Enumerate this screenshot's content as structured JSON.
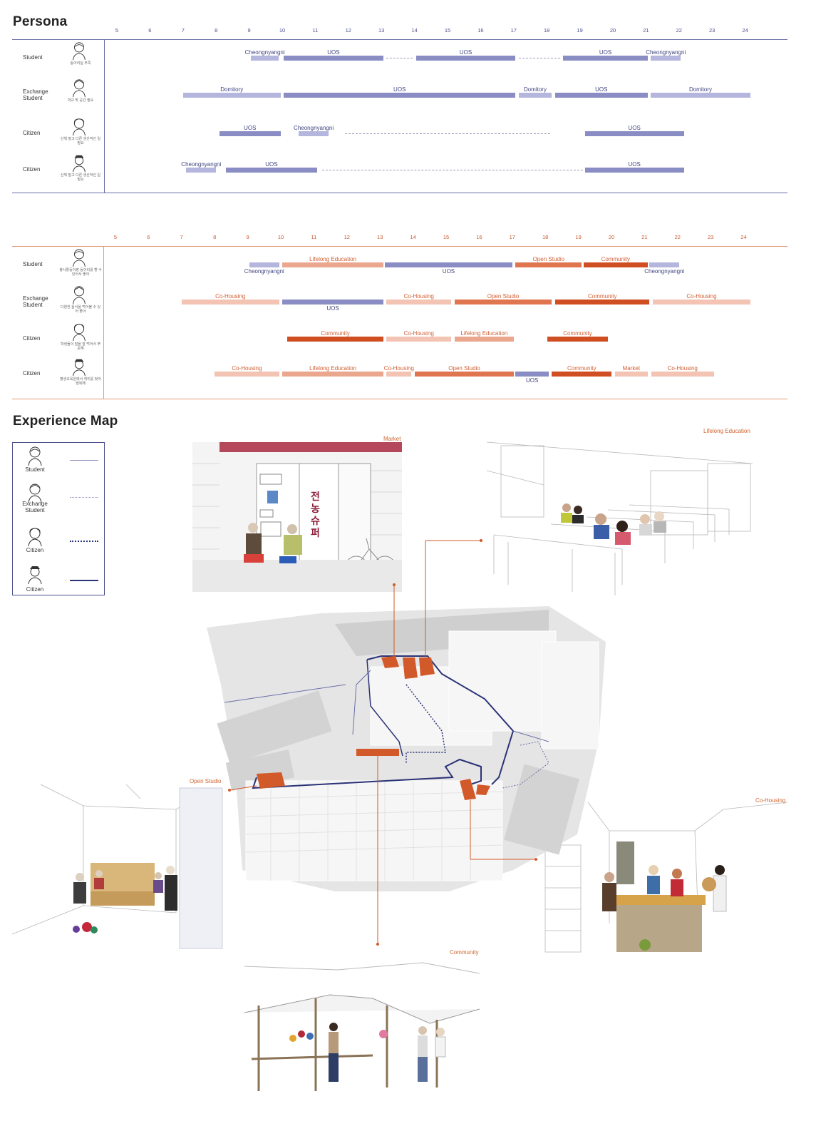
{
  "persona_title": "Persona",
  "experience_title": "Experience Map",
  "hours": [
    "5",
    "6",
    "7",
    "8",
    "9",
    "10",
    "11",
    "12",
    "13",
    "14",
    "15",
    "16",
    "17",
    "18",
    "19",
    "20",
    "21",
    "22",
    "23",
    "24"
  ],
  "section1": {
    "rows": [
      {
        "label": "Student",
        "note": "동아리실 부족",
        "segments": [
          {
            "start": 9.05,
            "end": 9.9,
            "style": "light",
            "label": "Cheongnyangni",
            "lpos": "above"
          },
          {
            "start": 10.05,
            "end": 13.05,
            "style": "blue",
            "label": "UOS",
            "lpos": "above"
          },
          {
            "start": 13.15,
            "end": 13.95,
            "style": "dash"
          },
          {
            "start": 14.05,
            "end": 17.05,
            "style": "blue",
            "label": "UOS",
            "lpos": "above"
          },
          {
            "start": 17.15,
            "end": 18.4,
            "style": "dash"
          },
          {
            "start": 18.5,
            "end": 21.05,
            "style": "blue",
            "label": "UOS",
            "lpos": "above"
          },
          {
            "start": 21.15,
            "end": 22.05,
            "style": "light",
            "label": "Cheongnyangni",
            "lpos": "above"
          }
        ]
      },
      {
        "label": "Exchange Student",
        "note": "학교 밖 공간 필요",
        "segments": [
          {
            "start": 7.0,
            "end": 9.95,
            "style": "light",
            "label": "Domitory",
            "lpos": "above"
          },
          {
            "start": 10.05,
            "end": 17.05,
            "style": "blue",
            "label": "UOS",
            "lpos": "above"
          },
          {
            "start": 17.15,
            "end": 18.15,
            "style": "light",
            "label": "Domitory",
            "lpos": "above"
          },
          {
            "start": 18.25,
            "end": 21.05,
            "style": "blue",
            "label": "UOS",
            "lpos": "above"
          },
          {
            "start": 21.15,
            "end": 24.15,
            "style": "light",
            "label": "Domitory",
            "lpos": "above"
          }
        ]
      },
      {
        "label": "Citizen",
        "note": "산책 말고 다른 생산적인 일 필요",
        "segments": [
          {
            "start": 8.1,
            "end": 9.95,
            "style": "blue",
            "label": "UOS",
            "lpos": "above"
          },
          {
            "start": 10.5,
            "end": 11.4,
            "style": "light",
            "label": "Cheongnyangni",
            "lpos": "above"
          },
          {
            "start": 11.9,
            "end": 18.1,
            "style": "dash"
          },
          {
            "start": 19.15,
            "end": 22.15,
            "style": "blue",
            "label": "UOS",
            "lpos": "above"
          }
        ]
      },
      {
        "label": "Citizen",
        "note": "산책 말고 다른 생산적인 일 필요",
        "segments": [
          {
            "start": 7.1,
            "end": 8.0,
            "style": "light",
            "label": "Cheongnyangni",
            "lpos": "above"
          },
          {
            "start": 8.3,
            "end": 11.05,
            "style": "blue",
            "label": "UOS",
            "lpos": "above"
          },
          {
            "start": 11.2,
            "end": 19.1,
            "style": "dash"
          },
          {
            "start": 19.15,
            "end": 22.15,
            "style": "blue",
            "label": "UOS",
            "lpos": "above"
          }
        ]
      }
    ]
  },
  "section2": {
    "rows": [
      {
        "label": "Student",
        "note": "봉사활동이랑 동아리를 할 수 있어서 좋아",
        "segments": [
          {
            "start": 9.05,
            "end": 9.95,
            "style": "light",
            "label": "Cheongnyangni",
            "lpos": "below"
          },
          {
            "start": 10.05,
            "end": 13.1,
            "style": "salmon",
            "label": "Lifelong Education",
            "lpos": "above"
          },
          {
            "start": 13.15,
            "end": 17.0,
            "style": "blue",
            "label": "UOS",
            "lpos": "below"
          },
          {
            "start": 17.1,
            "end": 19.1,
            "style": "orange",
            "label": "Open Studio",
            "lpos": "above"
          },
          {
            "start": 19.15,
            "end": 21.1,
            "style": "deep",
            "label": "Community",
            "lpos": "above"
          },
          {
            "start": 21.15,
            "end": 22.05,
            "style": "light",
            "label": "Cheongnyangni",
            "lpos": "below"
          }
        ]
      },
      {
        "label": "Exchange Student",
        "note": "다양한 음식을 먹어볼 수 있어 좋아",
        "segments": [
          {
            "start": 7.0,
            "end": 9.95,
            "style": "pale",
            "label": "Co-Housing",
            "lpos": "above"
          },
          {
            "start": 10.05,
            "end": 13.1,
            "style": "blue",
            "label": "UOS",
            "lpos": "below"
          },
          {
            "start": 13.2,
            "end": 15.15,
            "style": "pale",
            "label": "Co-Housing",
            "lpos": "above"
          },
          {
            "start": 15.25,
            "end": 18.2,
            "style": "orange",
            "label": "Open Studio",
            "lpos": "above"
          },
          {
            "start": 18.3,
            "end": 21.15,
            "style": "deep",
            "label": "Community",
            "lpos": "above"
          },
          {
            "start": 21.25,
            "end": 24.2,
            "style": "pale",
            "label": "Co-Housing",
            "lpos": "above"
          }
        ]
      },
      {
        "label": "Citizen",
        "note": "학생들이 밥을 잘 먹어서 뿌듯해",
        "segments": [
          {
            "start": 10.2,
            "end": 13.1,
            "style": "deep",
            "label": "Community",
            "lpos": "above"
          },
          {
            "start": 13.2,
            "end": 15.15,
            "style": "pale",
            "label": "Co-Housing",
            "lpos": "above"
          },
          {
            "start": 15.25,
            "end": 17.05,
            "style": "salmon",
            "label": "Lifelong Education",
            "lpos": "above"
          },
          {
            "start": 18.05,
            "end": 19.9,
            "style": "deep",
            "label": "Community",
            "lpos": "above"
          }
        ]
      },
      {
        "label": "Citizen",
        "note": "평생교육원에서 취미를 찾아 행복해",
        "segments": [
          {
            "start": 8.0,
            "end": 9.95,
            "style": "pale",
            "label": "Co-Housing",
            "lpos": "above"
          },
          {
            "start": 10.05,
            "end": 13.1,
            "style": "salmon",
            "label": "Lifelong Education",
            "lpos": "above"
          },
          {
            "start": 13.2,
            "end": 13.95,
            "style": "pale",
            "label": "Co-Housing",
            "lpos": "above"
          },
          {
            "start": 14.05,
            "end": 17.05,
            "style": "orange",
            "label": "Open Studio",
            "lpos": "above"
          },
          {
            "start": 17.1,
            "end": 18.1,
            "style": "blue",
            "label": "UOS",
            "lpos": "below"
          },
          {
            "start": 18.2,
            "end": 20.0,
            "style": "deep",
            "label": "Community",
            "lpos": "above"
          },
          {
            "start": 20.1,
            "end": 21.1,
            "style": "pale",
            "label": "Market",
            "lpos": "above"
          },
          {
            "start": 21.2,
            "end": 23.1,
            "style": "pale",
            "label": "Co-Housing",
            "lpos": "above"
          }
        ]
      }
    ]
  },
  "legend": [
    {
      "label": "Student",
      "line": "solid-light"
    },
    {
      "label": "Exchange Student",
      "line": "dotted-light"
    },
    {
      "label": "Citizen",
      "line": "dotted-dark"
    },
    {
      "label": "Citizen",
      "line": "solid-dark"
    }
  ],
  "photo_labels": {
    "market": "Market",
    "lifelong": "Lifelong Education",
    "open_studio": "Open Studio",
    "co_housing": "Co-Housing",
    "community": "Community"
  },
  "shop_sign": "전농슈퍼",
  "colors": {
    "blue": "#8a8dc4",
    "light": "#b4b6de",
    "salmon": "#eba68e",
    "orange": "#df7650",
    "deep": "#cf4f22",
    "pale": "#f3c4b3",
    "navy": "#2b3377",
    "accent": "#c9602f"
  }
}
